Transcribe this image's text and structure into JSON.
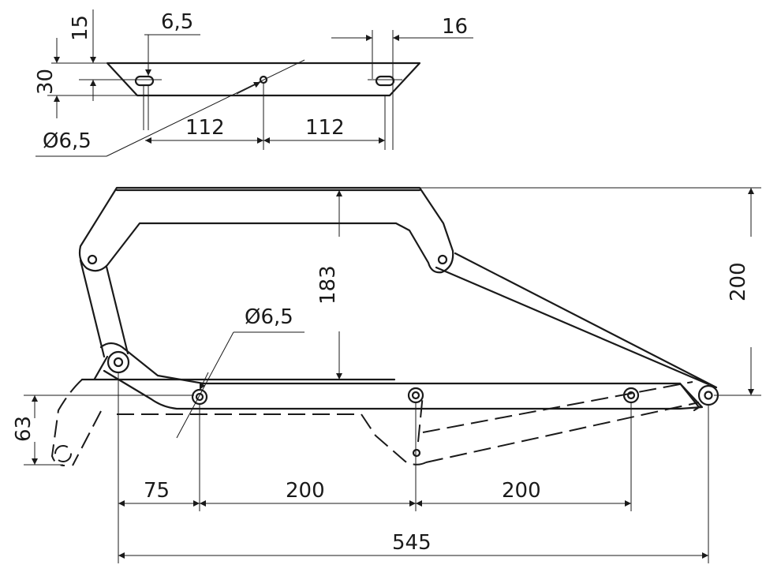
{
  "plate_dimensions": {
    "thickness": "15",
    "width": "30",
    "slot_width": "6.5",
    "slot_length": "16",
    "hole_spacing_left": "112",
    "hole_spacing_right": "112",
    "hole_diameter": "Ø6,5"
  },
  "assembly_dimensions": {
    "height_inner": "183",
    "height_total": "200",
    "hole_diameter": "Ø6,5",
    "drop": "63",
    "offset_first": "75",
    "spacing_middle": "200",
    "spacing_right": "200",
    "overall_length": "545"
  },
  "labels": {
    "slot_width_text": "6,5"
  }
}
